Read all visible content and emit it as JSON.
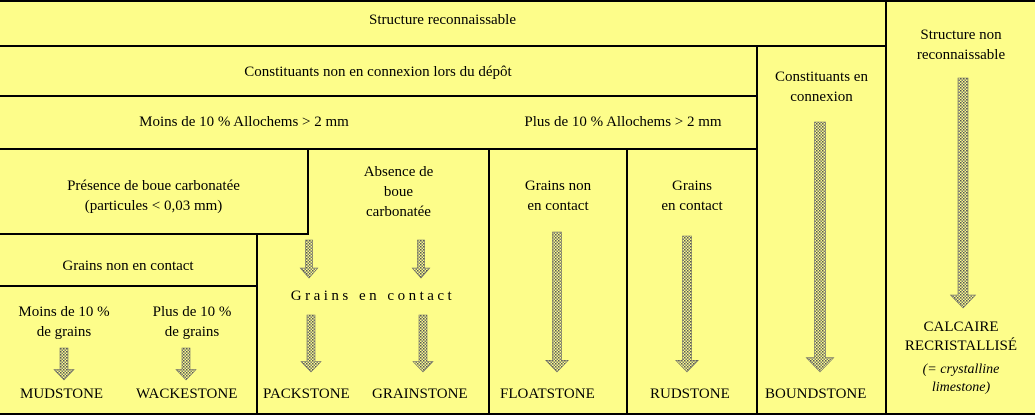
{
  "header": {
    "structure_recognizable": "Structure reconnaissable",
    "structure_unrecognizable": "Structure non\nreconnaissable"
  },
  "rows": {
    "not_connected": "Constituants non en connexion lors du dépôt",
    "connected": "Constituants en\nconnexion",
    "less_allochems": "Moins de 10 % Allochems > 2 mm",
    "more_allochems": "Plus de 10 % Allochems > 2 mm",
    "mud_present": "Présence de boue carbonatée\n(particules < 0,03 mm)",
    "mud_absent": "Absence de\nboue\ncarbonatée",
    "float_grains": "Grains non\nen contact",
    "rud_grains": "Grains\nen contact",
    "grains_not_in_contact": "Grains non en contact",
    "grains_in_contact": "Grains en contact",
    "less_grains": "Moins de 10 %\nde grains",
    "more_grains": "Plus de 10 %\nde grains"
  },
  "rocks": {
    "mudstone": "MUDSTONE",
    "wackestone": "WACKESTONE",
    "packstone": "PACKSTONE",
    "grainstone": "GRAINSTONE",
    "floatstone": "FLOATSTONE",
    "rudstone": "RUDSTONE",
    "boundstone": "BOUNDSTONE",
    "recrystallized_line1": "CALCAIRE",
    "recrystallized_line2": "RECRISTALLISÉ",
    "recrystallized_note": "(= crystalline\nlimestone)"
  },
  "colors": {
    "background": "#fdfd8a",
    "lines": "#000000",
    "arrow_fill": "#777777"
  }
}
